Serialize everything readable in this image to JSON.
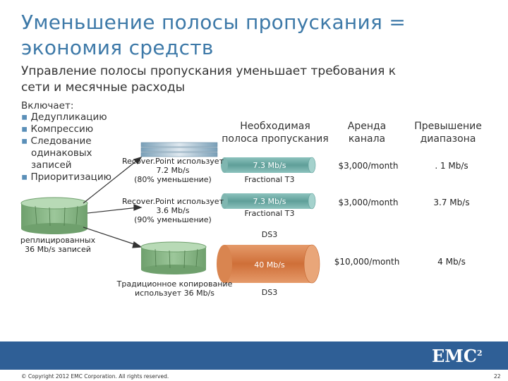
{
  "title": "Уменьшение полосы пропускания =\nэкономия средств",
  "subtitle": "Управление полосы пропускания уменьшает требования к\nсети и месячные расходы",
  "includes": {
    "heading": "Включает:",
    "items": [
      "Дедупликацию",
      "Компрессию",
      "Следование",
      "одинаковых",
      "записей",
      "Приоритизацию"
    ]
  },
  "columns": {
    "bandwidth": "Необходимая\nполоса пропускания",
    "lease": "Аренда\nканала",
    "excess": "Превышение\nдиапазона"
  },
  "source_label": "реплицированных\n36 Mb/s записей",
  "rows": [
    {
      "desc": "Recover.Point использует\n7.2 Mb/s\n(80% уменьшение)",
      "pipe": "7.3 Mb/s",
      "pipe_type": "Fractional T3",
      "lease": "$3,000/month",
      "excess": ". 1 Mb/s"
    },
    {
      "desc": "Recover.Point использует\n3.6 Mb/s\n(90% уменьшение)",
      "pipe": "7.3 Mb/s",
      "pipe_type": "Fractional T3",
      "lease": "$3,000/month",
      "excess": "3.7 Mb/s"
    },
    {
      "desc": "Традиционное копирование\nиспользует 36 Mb/s",
      "pipe": "40 Mb/s",
      "pipe_type_top": "DS3",
      "pipe_type": "DS3",
      "lease": "$10,000/month",
      "excess": "4 Mb/s"
    }
  ],
  "footer": {
    "copyright": "© Copyright 2012 EMC Corporation. All rights reserved.",
    "page": "22",
    "logo": "EMC",
    "logo_sup": "2"
  },
  "colors": {
    "title": "#3d79a8",
    "pipe_teal": "#6aa9a3",
    "pipe_orange": "#d7804c",
    "footer": "#2f5f96"
  }
}
